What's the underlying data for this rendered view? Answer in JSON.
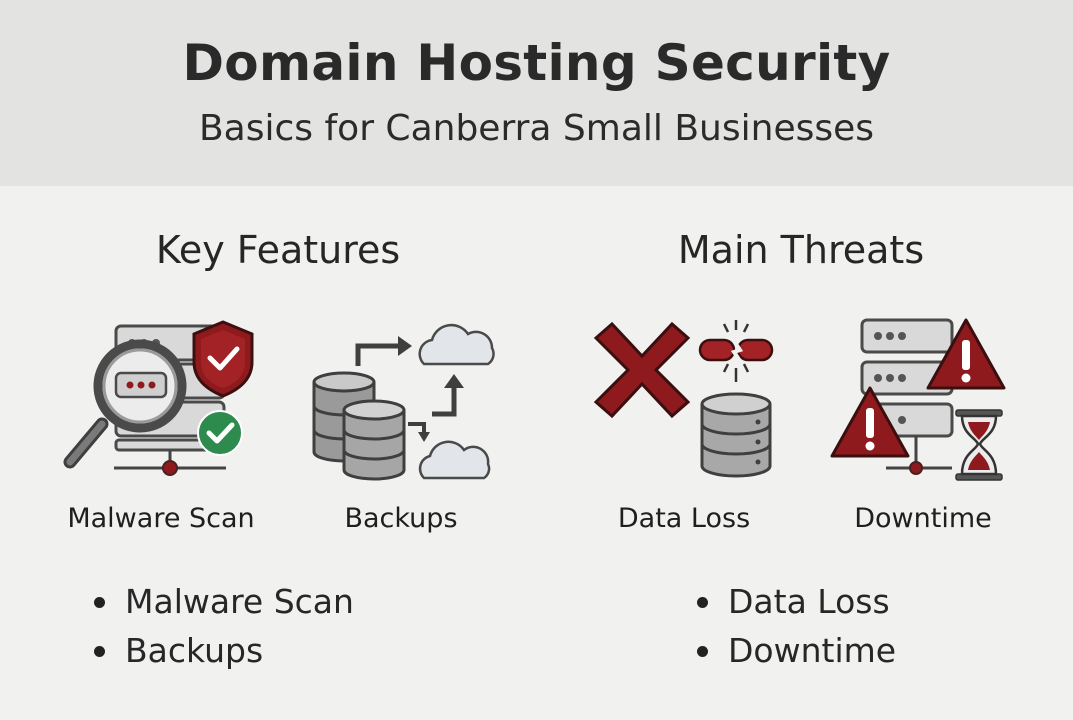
{
  "header": {
    "title": "Domain Hosting Security",
    "subtitle": "Basics for Canberra Small Businesses"
  },
  "features": {
    "heading": "Key Features",
    "items": [
      {
        "label": "Malware Scan",
        "icon": "server-magnifier-shield-icon"
      },
      {
        "label": "Backups",
        "icon": "database-cloud-backup-icon"
      }
    ],
    "bullets": [
      "Malware Scan",
      "Backups"
    ]
  },
  "threats": {
    "heading": "Main Threats",
    "items": [
      {
        "label": "Data Loss",
        "icon": "broken-link-database-icon"
      },
      {
        "label": "Downtime",
        "icon": "server-warning-hourglass-icon"
      }
    ],
    "bullets": [
      "Data Loss",
      "Downtime"
    ]
  },
  "colors": {
    "accent_red": "#8e1a1e",
    "check_green": "#2e8b4e",
    "icon_gray": "#6e6e6e"
  }
}
